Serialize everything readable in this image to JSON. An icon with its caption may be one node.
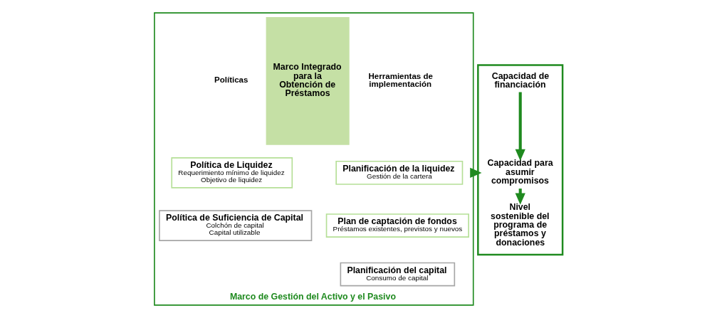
{
  "diagram": {
    "nodes": [
      {
        "text": [
          "Marco de Gestión del Activo y el Pasivo"
        ]
      },
      {
        "text": [
          "Política de Liquidez",
          "Requerimiento mínimo de liquidez",
          "Objetivo de liquidez"
        ],
        "in": 0
      },
      {
        "text": [
          "Política de Suficiencia de Capital",
          "Colchón de capital",
          "Capital utilizable"
        ],
        "in": 0
      },
      {
        "text": [
          "Marco Integrado para la Obtención de Préstamos"
        ],
        "in": 0
      },
      {
        "text": [
          "Planificación de la liquidez",
          "Gestión de la cartera"
        ],
        "in": 0
      },
      {
        "text": [
          "Plan de captación de fondos",
          "Préstamos existentes, previstos y nuevos"
        ],
        "in": 0
      },
      {
        "text": [
          "Planificación del capital",
          "Consumo de capital"
        ],
        "in": 0
      },
      {
        "text": [],
        "shape": "box"
      },
      {
        "text": [
          "Capacidad de financiación"
        ],
        "in": 7
      },
      {
        "text": [
          "Capacidad para asumir compromisos"
        ],
        "in": 7
      },
      {
        "text": [
          "Nivel sostenible del programa de préstamos y donaciones"
        ],
        "in": 7
      }
    ],
    "edges": [
      {
        "from": 0,
        "to": 7,
        "arrow": "to"
      },
      {
        "from": 8,
        "to": 9,
        "arrow": "to"
      },
      {
        "from": 9,
        "to": 10,
        "arrow": "to"
      }
    ],
    "labels": [
      "Políticas",
      "Herramientas de implementación"
    ]
  }
}
